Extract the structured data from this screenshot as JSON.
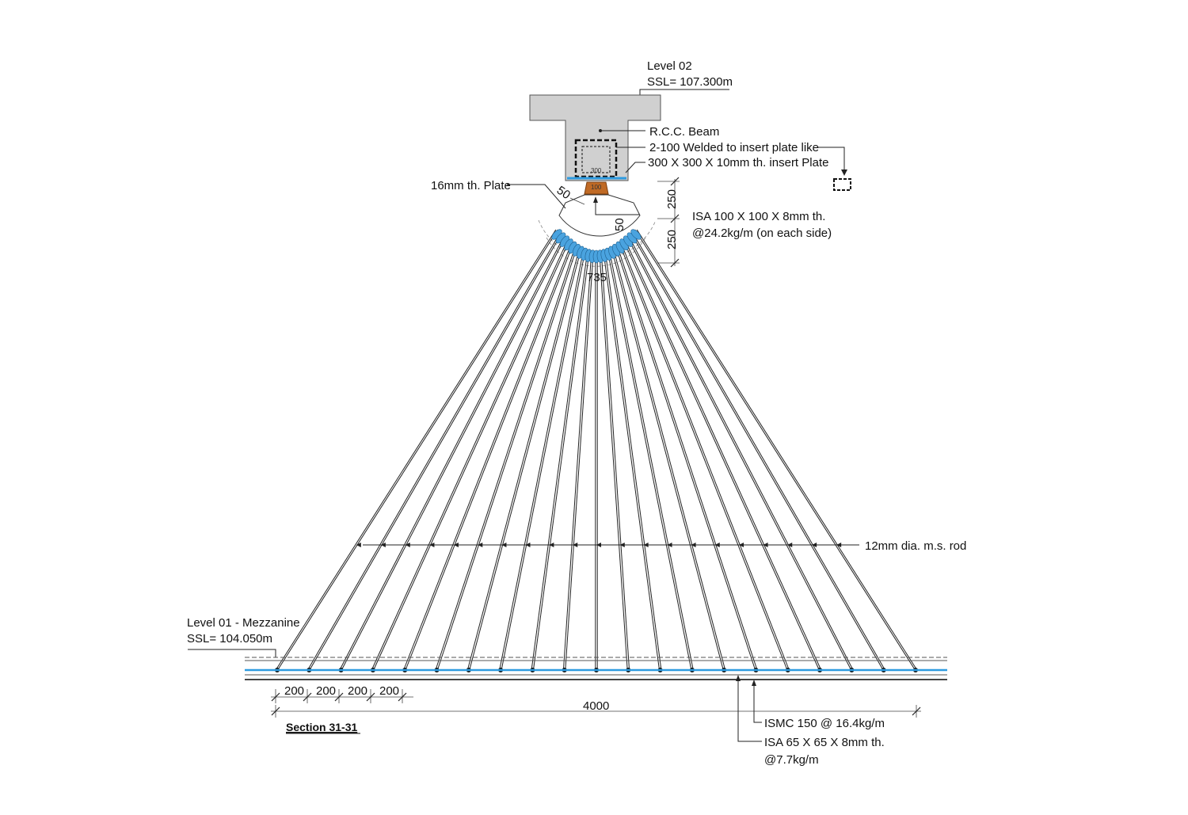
{
  "labels": {
    "level02_name": "Level 02",
    "level02_ssl": "SSL= 107.300m",
    "rcc_beam": "R.C.C. Beam",
    "welded": "2-100 Welded to insert plate like",
    "insert_plate": "300 X 300 X 10mm th. insert Plate",
    "plate_16mm": "16mm th. Plate",
    "isa100_line1": "ISA 100 X 100 X 8mm th.",
    "isa100_line2": "@24.2kg/m (on each side)",
    "rod_12mm": "12mm dia. m.s. rod",
    "level01_name": "Level 01 - Mezzanine",
    "level01_ssl": "SSL= 104.050m",
    "section_title": "Section 31-31",
    "ismc": "ISMC 150 @ 16.4kg/m",
    "isa65_line1": "ISA 65 X 65 X 8mm th.",
    "isa65_line2": "@7.7kg/m",
    "insert_plate_dim": "300",
    "bracket_dim": "100"
  },
  "dimensions": {
    "d50_left": "50",
    "d50_arc": "50",
    "d250_upper": "250",
    "d250_lower": "250",
    "d735": "735",
    "spacing": [
      "200",
      "200",
      "200",
      "200"
    ],
    "total_span": "4000"
  },
  "rods": {
    "count": 21
  },
  "colors": {
    "beam_fill": "#d0d0d0",
    "bracket_fill": "#c06a25",
    "anchor_blue": "#4aa3df",
    "ismc_blue": "#2e9be0"
  }
}
